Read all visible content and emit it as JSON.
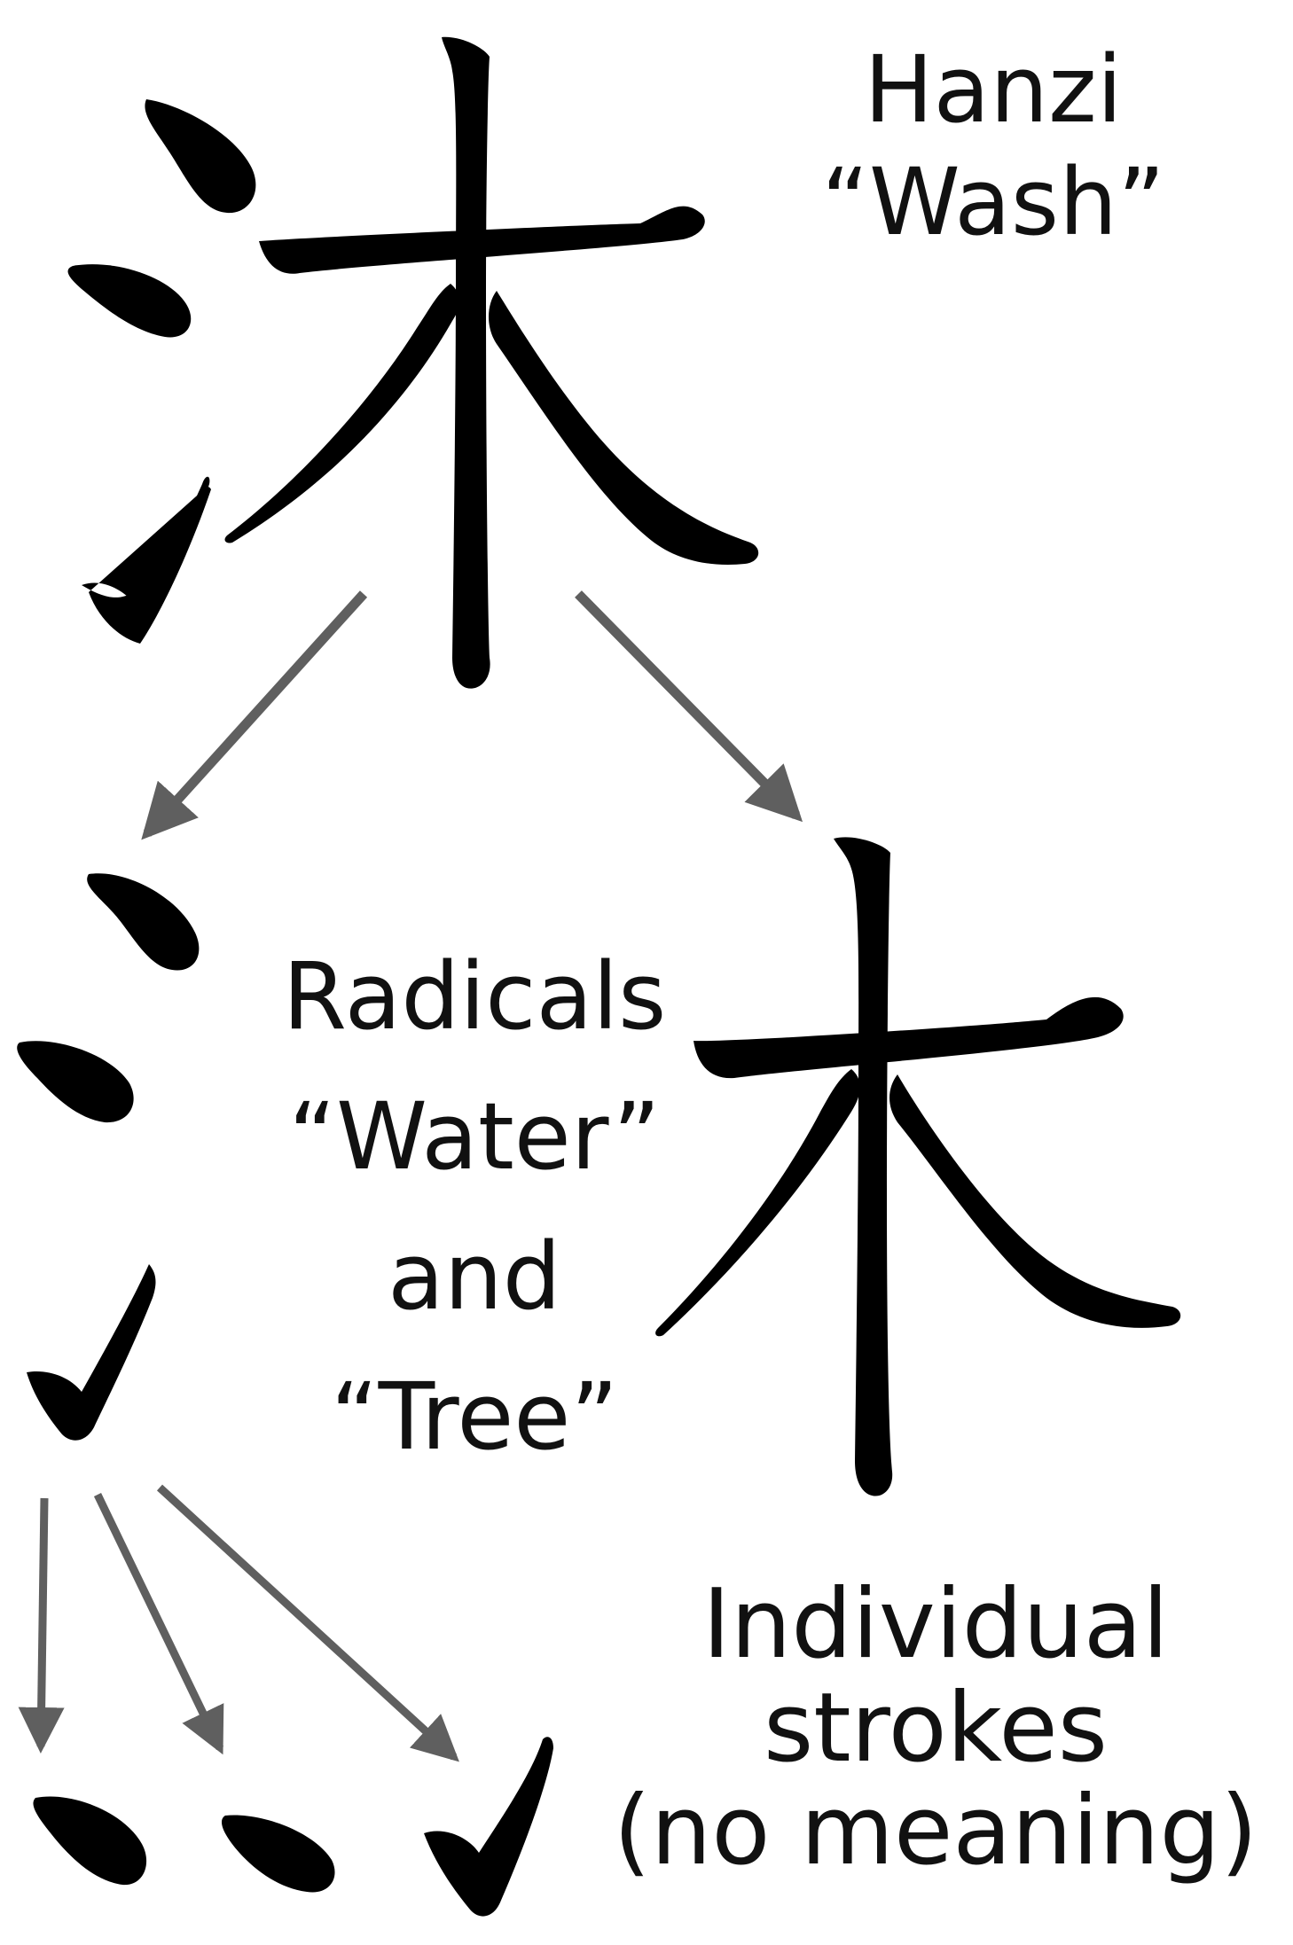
{
  "labels": {
    "hanzi": {
      "line1": "Hanzi",
      "line2": "“Wash”"
    },
    "radicals": {
      "line1": "Radicals",
      "line2": "“Water”",
      "line3": "and",
      "line4": "“Tree”"
    },
    "strokes": {
      "line1": "Individual",
      "line2": "strokes",
      "line3": "(no meaning)"
    }
  },
  "colors": {
    "glyph": "#000000",
    "arrow": "#5f5f5f",
    "text": "#111111",
    "background": "#ffffff"
  },
  "icons": {
    "arrow": "arrow-icon"
  }
}
